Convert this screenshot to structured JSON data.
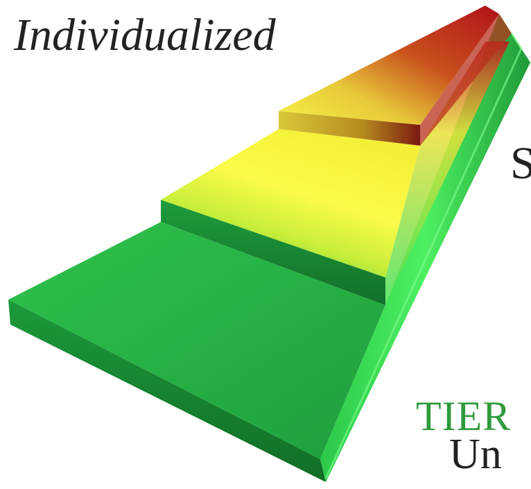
{
  "labels": {
    "top": "Individualized",
    "right_partial": "S",
    "tier": "TIER",
    "bottom_partial": "Un"
  },
  "colors": {
    "green_light": "#41e85a",
    "green_mid": "#26b446",
    "green_dark": "#137a2c",
    "yellow": "#f7f73a",
    "yellow_dark": "#c9b81e",
    "red": "#b8141c",
    "red_dark": "#7a0a10",
    "tier_text": "#2e9a3a",
    "text": "#222222"
  }
}
